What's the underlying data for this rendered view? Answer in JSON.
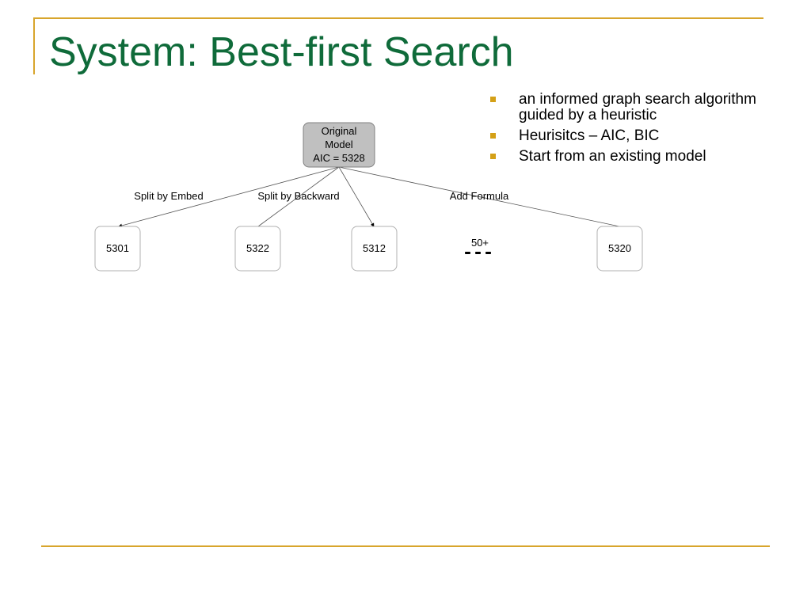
{
  "slide": {
    "title": "System: Best-first Search",
    "bullets": [
      "an informed graph search algorithm guided by a heuristic",
      "Heurisitcs – AIC, BIC",
      "Start from an existing model"
    ]
  },
  "diagram": {
    "root": {
      "lines": [
        "Original",
        "Model",
        "AIC = 5328"
      ]
    },
    "children": [
      {
        "label": "5301"
      },
      {
        "label": "5322"
      },
      {
        "label": "5312"
      },
      {
        "label": "5320"
      }
    ],
    "edge_labels": [
      "Split by Embed",
      "Split by Backward",
      "Add Formula"
    ],
    "ellipsis_count": "50+"
  },
  "colors": {
    "title": "#0f6b3a",
    "accent_rule": "#d8a52c",
    "bullet": "#d4a017",
    "root_fill": "#c0c0c0"
  }
}
